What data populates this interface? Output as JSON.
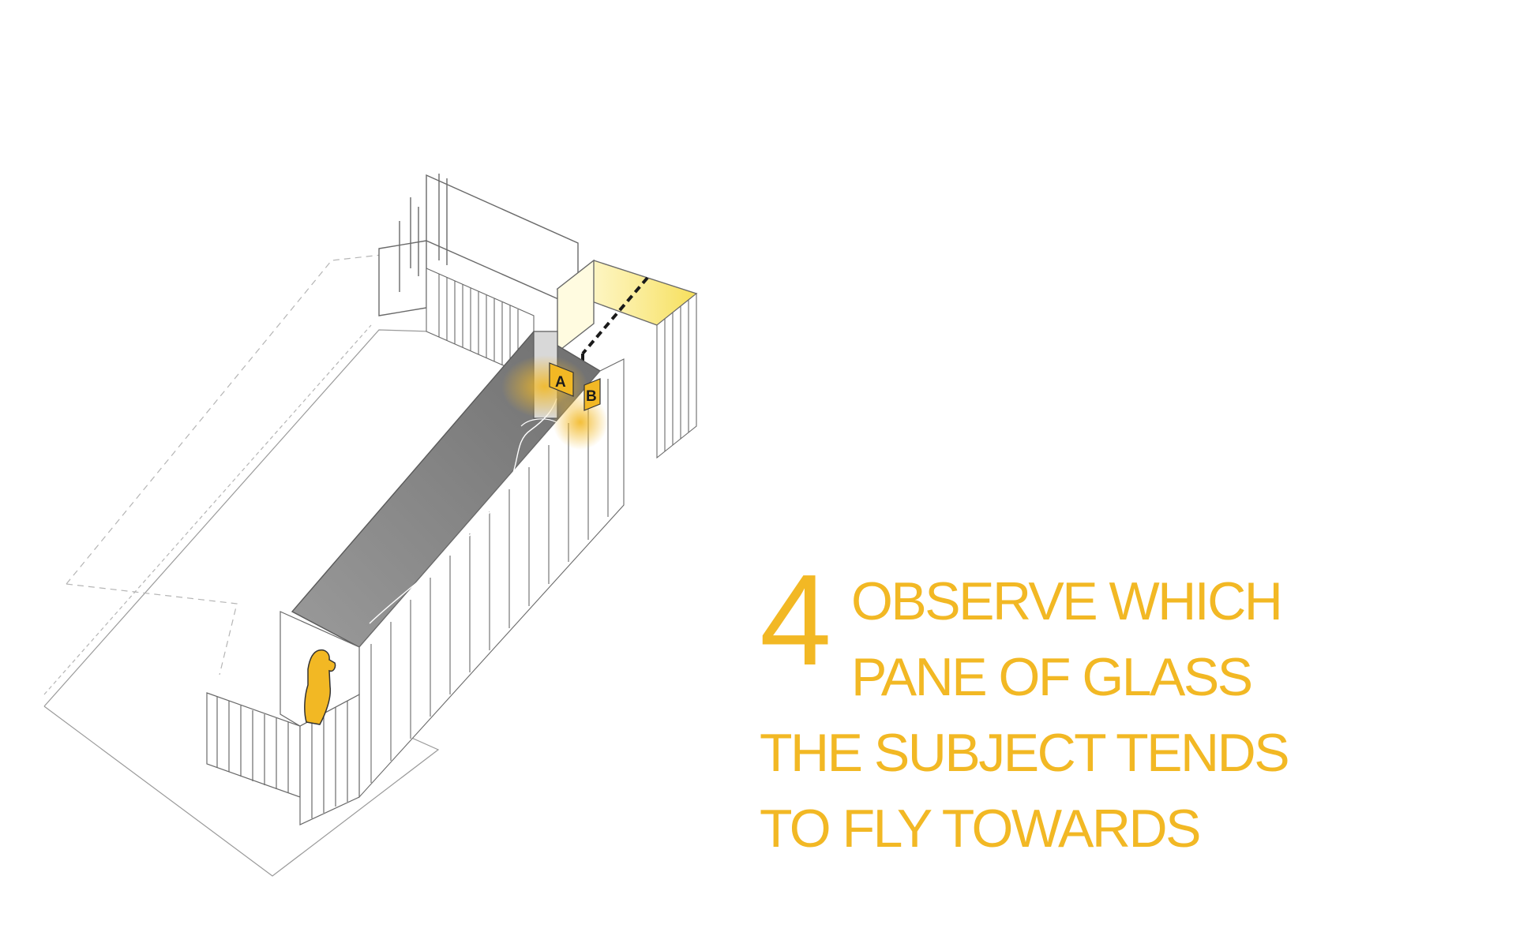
{
  "callout": {
    "number": "4",
    "lines": [
      "OBSERVE WHICH",
      "PANE OF GLASS",
      "THE SUBJECT TENDS",
      "TO FLY TOWARDS"
    ]
  },
  "diagram": {
    "pane_labels": [
      "A",
      "B"
    ]
  },
  "colors": {
    "accent": "#f2b824",
    "highlight_fill": "#f7e26a",
    "corridor_shadow": "#8c8c8c",
    "line": "#5a5a5a"
  }
}
